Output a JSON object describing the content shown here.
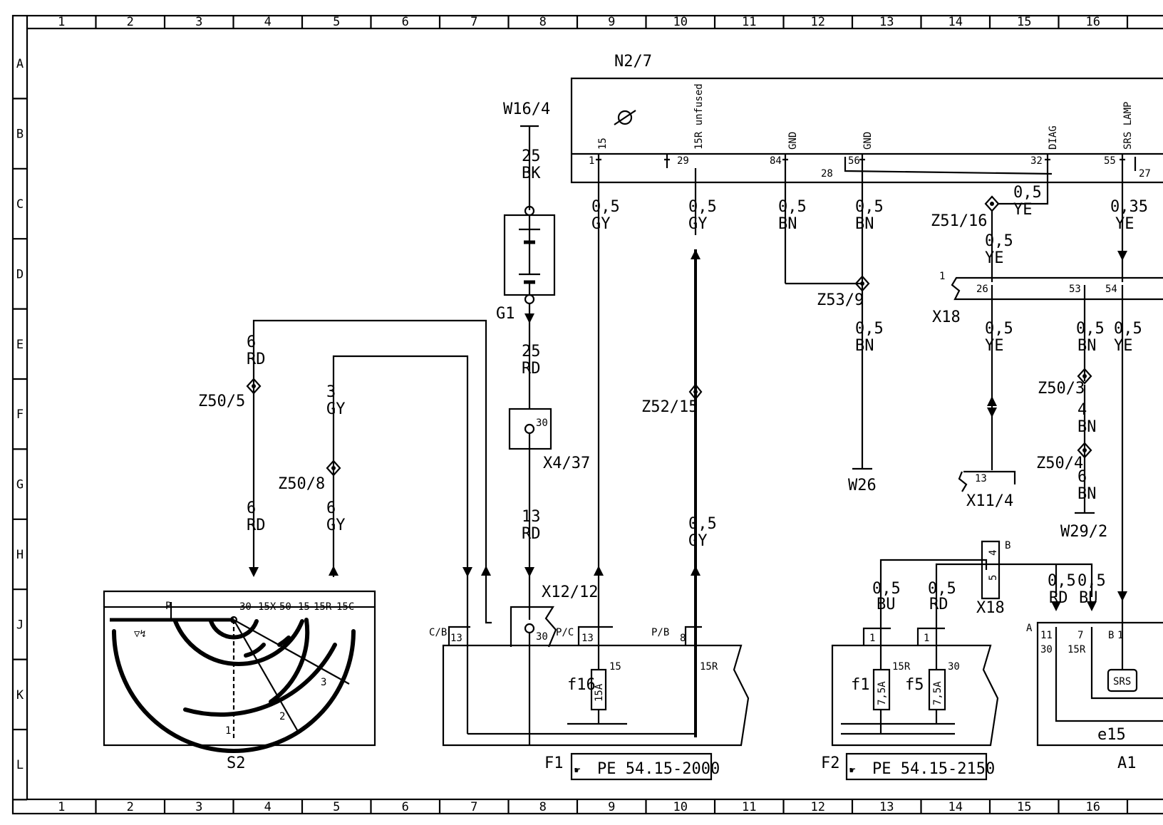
{
  "grid": {
    "columns": [
      "1",
      "2",
      "3",
      "4",
      "5",
      "6",
      "7",
      "8",
      "9",
      "10",
      "11",
      "12",
      "13",
      "14",
      "15",
      "16"
    ],
    "rows": [
      "A",
      "B",
      "C",
      "D",
      "E",
      "F",
      "G",
      "H",
      "J",
      "K",
      "L"
    ]
  },
  "components": {
    "N2_7": {
      "label": "N2/7",
      "pins": [
        {
          "name": "15",
          "num": "1"
        },
        {
          "name": "15R unfused",
          "num": "29"
        },
        {
          "name": "GND",
          "num": "84"
        },
        {
          "name": "GND",
          "num": "56"
        },
        {
          "name": "DIAG",
          "num": "32"
        },
        {
          "name": "SRS LAMP",
          "num": "55"
        }
      ],
      "extra_pins": [
        "28",
        "27"
      ]
    },
    "W16_4": "W16/4",
    "G1": "G1",
    "X4_37": {
      "label": "X4/37",
      "pin": "30"
    },
    "X12_12": {
      "label": "X12/12",
      "pin": "30"
    },
    "S2": {
      "label": "S2",
      "pins": [
        "P",
        "30",
        "15X",
        "50",
        "15",
        "15R",
        "15C"
      ],
      "positions": [
        "1",
        "2",
        "3"
      ]
    },
    "F1": {
      "label": "F1",
      "fuse": "f16",
      "fuse_rating": "15A",
      "fuse_pin": "15",
      "rail": "15R",
      "connectors": [
        {
          "id": "C/B",
          "pin": "13"
        },
        {
          "id": "P/C",
          "pin": "13"
        },
        {
          "id": "P/B",
          "pin": "8"
        }
      ],
      "ref": "PE 54.15-2000"
    },
    "F2": {
      "label": "F2",
      "fuses": [
        {
          "name": "f1",
          "rating": "7,5A",
          "pin": "15R",
          "conn": "1"
        },
        {
          "name": "f5",
          "rating": "7,5A",
          "pin": "30",
          "conn": "1"
        }
      ],
      "ref": "PE 54.15-2150"
    },
    "A1": {
      "label": "A1",
      "sub": "e15",
      "badge": "SRS",
      "pins": [
        {
          "id": "A",
          "num": "11",
          "name": "30"
        },
        {
          "num": "7",
          "name": "15R"
        },
        {
          "id": "B",
          "num": "1"
        }
      ]
    },
    "X18": {
      "label": "X18",
      "pins": [
        "1",
        "26",
        "53",
        "54"
      ]
    },
    "X18b": {
      "label": "X18",
      "pins": [
        "4",
        "5"
      ],
      "id": "B"
    },
    "X11_4": {
      "label": "X11/4",
      "pin": "13"
    },
    "W26": "W26",
    "W29_2": "W29/2"
  },
  "splices": [
    "Z50/5",
    "Z50/8",
    "Z52/15",
    "Z53/9",
    "Z51/16",
    "Z50/3",
    "Z50/4"
  ],
  "wires": [
    {
      "id": "w16",
      "size": "25",
      "color": "BK"
    },
    {
      "id": "g1rd",
      "size": "25",
      "color": "RD"
    },
    {
      "id": "x4rd",
      "size": "13",
      "color": "RD"
    },
    {
      "id": "p15",
      "size": "0,5",
      "color": "GY"
    },
    {
      "id": "p29",
      "size": "0,5",
      "color": "GY"
    },
    {
      "id": "p29b",
      "size": "0,5",
      "color": "GY"
    },
    {
      "id": "p84",
      "size": "0,5",
      "color": "BN"
    },
    {
      "id": "p56",
      "size": "0,5",
      "color": "BN"
    },
    {
      "id": "z53",
      "size": "0,5",
      "color": "BN"
    },
    {
      "id": "p32",
      "size": "0,5",
      "color": "YE"
    },
    {
      "id": "z51",
      "size": "0,5",
      "color": "YE"
    },
    {
      "id": "p55",
      "size": "0,35",
      "color": "YE"
    },
    {
      "id": "x26",
      "size": "0,5",
      "color": "YE"
    },
    {
      "id": "x53",
      "size": "0,5",
      "color": "BN"
    },
    {
      "id": "x54",
      "size": "0,5",
      "color": "YE"
    },
    {
      "id": "z50_3",
      "size": "4",
      "color": "BN"
    },
    {
      "id": "z50_4",
      "size": "6",
      "color": "BN"
    },
    {
      "id": "rd6a",
      "size": "6",
      "color": "RD"
    },
    {
      "id": "rd6b",
      "size": "6",
      "color": "RD"
    },
    {
      "id": "gy3",
      "size": "3",
      "color": "GY"
    },
    {
      "id": "gy6",
      "size": "6",
      "color": "GY"
    },
    {
      "id": "f2bu",
      "size": "0,5",
      "color": "BU"
    },
    {
      "id": "f2rd",
      "size": "0,5",
      "color": "RD"
    },
    {
      "id": "a1rd",
      "size": "0,5",
      "color": "RD"
    },
    {
      "id": "a1bu",
      "size": "0,5",
      "color": "BU"
    }
  ]
}
